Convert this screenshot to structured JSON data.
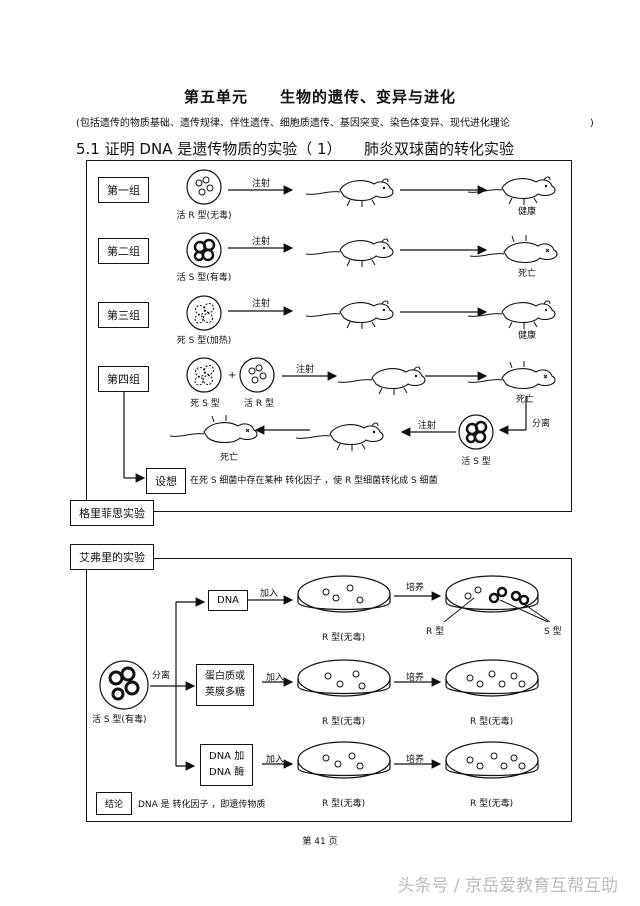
{
  "page_title": "第五单元　　生物的遗传、变异与进化",
  "subtitle": "(包括遗传的物质基础、遗传规律、伴性遗传、细胞质遗传、基因突变、染色体变异、现代进化理论　　　　　　　　)",
  "section_title": "5.1 证明  DNA  是遗传物质的实验（   1）　　肺炎双球菌的转化实验",
  "griffith": {
    "label": "格里菲思实验",
    "groups": [
      {
        "name": "第一组",
        "sample": "活 R 型(无毒)",
        "action": "注射",
        "result": "健康"
      },
      {
        "name": "第二组",
        "sample": "活 S 型(有毒)",
        "action": "注射",
        "result": "死亡"
      },
      {
        "name": "第三组",
        "sample": "死 S 型(加热)",
        "action": "注射",
        "result": "健康"
      }
    ],
    "group4": {
      "name": "第四组",
      "sample_a": "死 S 型",
      "plus": "+",
      "sample_b": "活 R 型",
      "action": "注射",
      "result_1": "死亡",
      "separate": "分离",
      "sample_c": "活 S 型",
      "action_2": "注射",
      "result_2": "死亡"
    },
    "hypothesis_label": "设想",
    "hypothesis_text": "在死  S 细菌中存在某种   转化因子    ，使 R 型细菌转化成   S 细菌"
  },
  "avery": {
    "label": "艾弗里的实验",
    "source": "活 S 型(有毒)",
    "separate": "分离",
    "rows": [
      {
        "component": "DNA",
        "add": "加入",
        "plate_label": "R 型(无毒)",
        "culture": "培养"
      },
      {
        "component": "蛋白质或\n荚膜多糖",
        "add": "加入",
        "plate_label": "R 型(无毒)",
        "culture": "培养",
        "result_label": "R 型(无毒)"
      },
      {
        "component": "DNA 加\nDNA 酶",
        "add": "加入",
        "plate_label": "R 型(无毒)",
        "culture": "培养",
        "result_label": "R 型(无毒)"
      }
    ],
    "result_r": "R 型",
    "result_s": "S 型",
    "conclusion_label": "结论",
    "conclusion_text": "DNA  是    转化因子  ，即遗传物质"
  },
  "page_number": "第 41 页",
  "watermark": "头条号 / 京岳爱教育互帮互助"
}
